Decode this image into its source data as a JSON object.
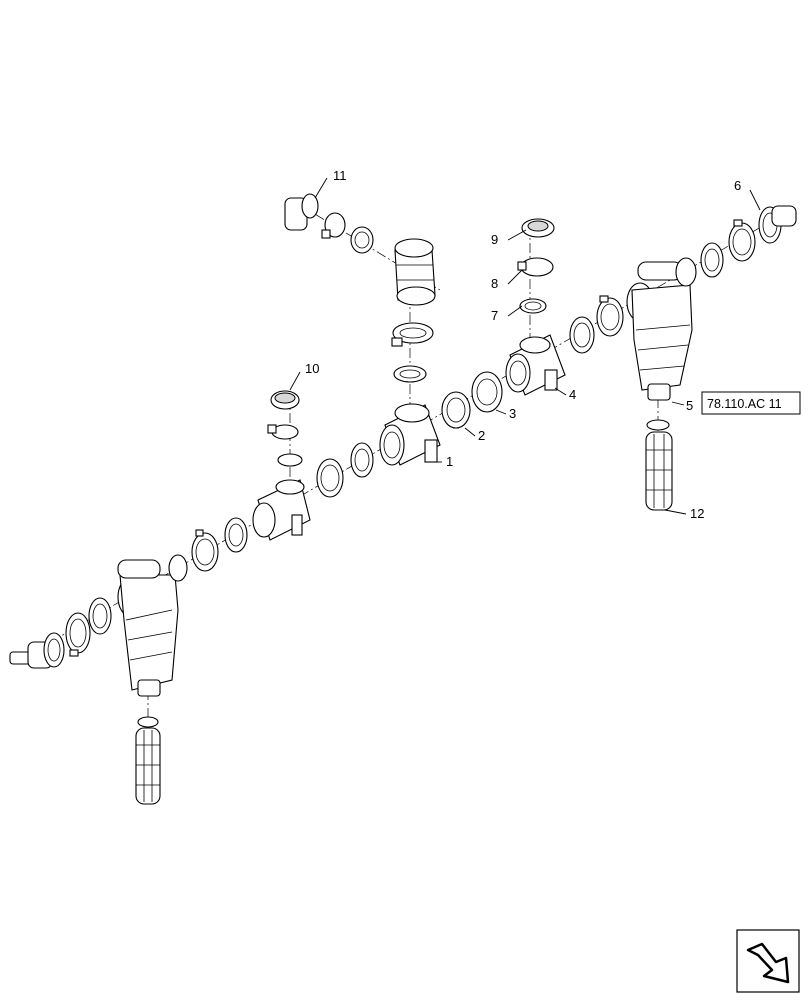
{
  "callouts": [
    {
      "id": "1",
      "label": "1"
    },
    {
      "id": "2",
      "label": "2"
    },
    {
      "id": "3",
      "label": "3"
    },
    {
      "id": "4",
      "label": "4"
    },
    {
      "id": "5",
      "label": "5"
    },
    {
      "id": "6",
      "label": "6"
    },
    {
      "id": "7",
      "label": "7"
    },
    {
      "id": "8",
      "label": "8"
    },
    {
      "id": "9",
      "label": "9"
    },
    {
      "id": "10",
      "label": "10"
    },
    {
      "id": "11",
      "label": "11"
    },
    {
      "id": "12",
      "label": "12"
    }
  ],
  "reference": {
    "label": "78.110.AC 11"
  },
  "nav_icon": {
    "name": "previous-page-arrow-icon"
  }
}
